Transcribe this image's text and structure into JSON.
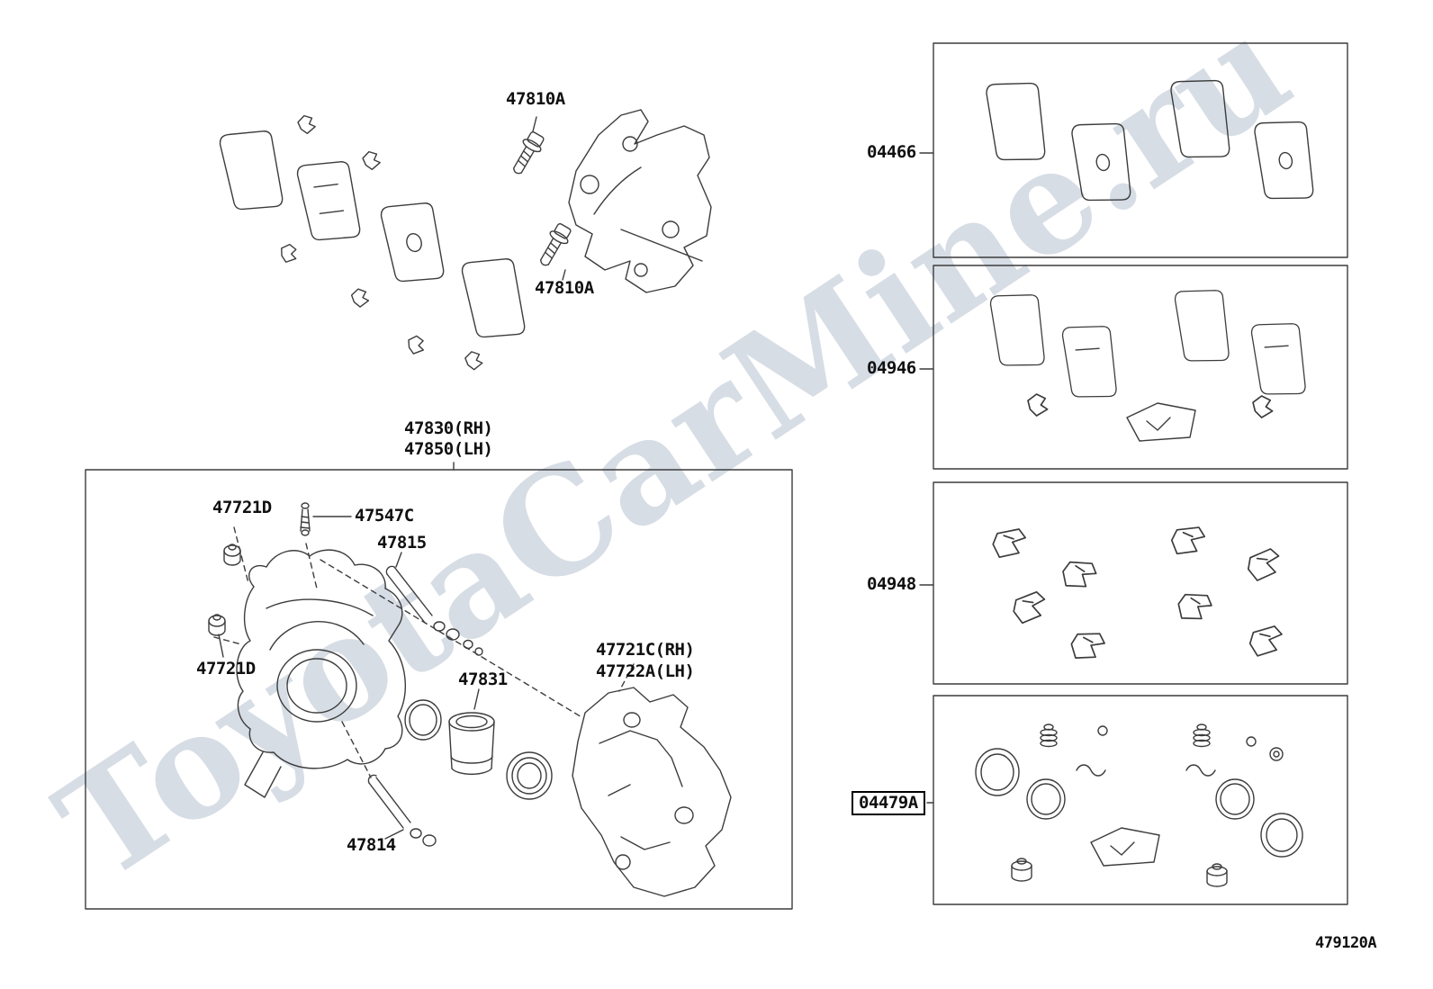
{
  "watermark": "ToyotaCarMine.ru",
  "diagram_code": "479120A",
  "callouts": {
    "bolt_upper": "47810A",
    "bolt_lower": "47810A",
    "caliper_assy_rh": "47830(RH)",
    "caliper_assy_lh": "47850(LH)",
    "bushing_upper": "47721D",
    "bleeder_plug": "47547C",
    "slide_pin_upper": "47815",
    "bushing_lower": "47721D",
    "piston": "47831",
    "slide_pin_lower": "47814",
    "mounting_rh": "47721C(RH)",
    "mounting_lh": "47722A(LH)"
  },
  "panels": [
    {
      "label": "04466",
      "highlighted": false
    },
    {
      "label": "04946",
      "highlighted": false
    },
    {
      "label": "04948",
      "highlighted": false
    },
    {
      "label": "04479A",
      "highlighted": true
    }
  ]
}
